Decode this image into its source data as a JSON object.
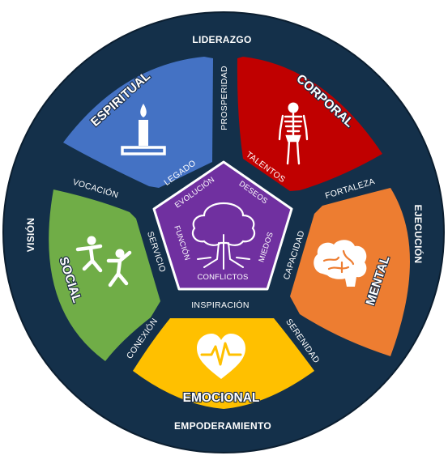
{
  "colors": {
    "navy": "#14304a",
    "espiritual": "#4472c4",
    "corporal": "#c00000",
    "mental": "#ed7d31",
    "emocional": "#ffc000",
    "social": "#70ad47",
    "core": "#7030a0"
  },
  "outer_ring": {
    "top": "LIDERAZGO",
    "right": "EJECUCIÓN",
    "bottom": "EMPODERAMIENTO",
    "left": "VISIÓN"
  },
  "segments": {
    "espiritual": {
      "title": "ESPIRITUAL",
      "icon": "candle-icon"
    },
    "corporal": {
      "title": "CORPORAL",
      "icon": "skeleton-icon"
    },
    "mental": {
      "title": "MENTAL",
      "icon": "brain-icon"
    },
    "emocional": {
      "title": "EMOCIONAL",
      "icon": "heartbeat-icon"
    },
    "social": {
      "title": "SOCIAL",
      "icon": "dancing-people-icon"
    }
  },
  "gap_labels": {
    "prosperidad": "PROSPERIDAD",
    "fortaleza": "FORTALEZA",
    "serenidad": "SERENIDAD",
    "conexion": "CONEXIÓN",
    "vocacion": "VOCACIÓN"
  },
  "inner_labels": {
    "legado": "LEGADO",
    "talentos": "TALENTOS",
    "capacidad": "CAPACIDAD",
    "inspiracion": "INSPIRACIÓN",
    "servicio": "SERVICIO"
  },
  "core": {
    "icon": "tree-icon",
    "labels": {
      "evolucion": "EVOLUCIÓN",
      "deseos": "DESEOS",
      "miedos": "MIEDOS",
      "conflictos": "CONFLICTOS",
      "funcion": "FUNCIÓN"
    }
  }
}
